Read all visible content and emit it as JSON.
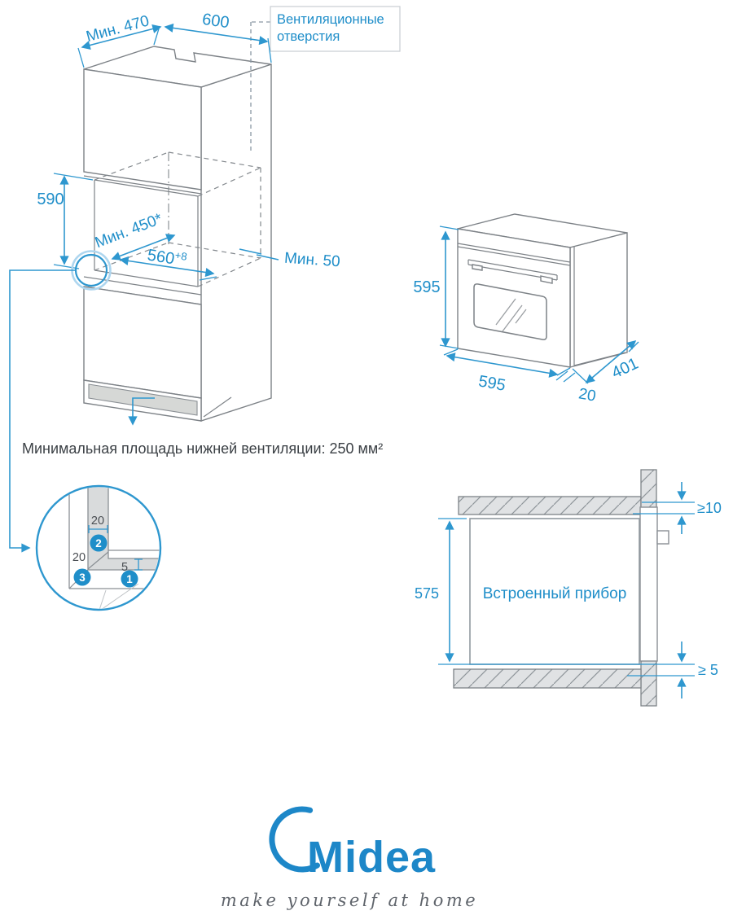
{
  "colors": {
    "accent_line": "#2e97cf",
    "accent_text": "#1f8ec9",
    "outline_gray": "#7d8287",
    "dark_text": "#3b4045",
    "panel_gray": "#d9dbdc",
    "logo_blue": "#1d87c8",
    "tagline_gray": "#5f646b"
  },
  "cabinet": {
    "dim_depth_top": "Мин. 470",
    "dim_width_top": "600",
    "vent_label_line1": "Вентиляционные",
    "vent_label_line2": "отверстия",
    "dim_niche_height": "590",
    "dim_niche_depth": "Мин. 450*",
    "dim_niche_width_base": "560",
    "dim_niche_width_sup": "+8",
    "dim_back_gap": "Мин. 50",
    "bottom_note": "Минимальная площадь нижней вентиляции: 250 мм²"
  },
  "corner_detail": {
    "dim_panel": "20",
    "dim_side": "20",
    "dim_lip": "5",
    "marker_1": "1",
    "marker_2": "2",
    "marker_3": "3"
  },
  "oven": {
    "dim_height": "595",
    "dim_width": "595",
    "dim_depth": "401",
    "dim_front_overhang": "20"
  },
  "niche_section": {
    "appliance_label": "Встроенный прибор",
    "dim_height": "575",
    "dim_top_gap": "≥10",
    "dim_bottom_gap": "≥ 5"
  },
  "footer": {
    "brand": "Midea",
    "tagline": "make yourself at home"
  }
}
